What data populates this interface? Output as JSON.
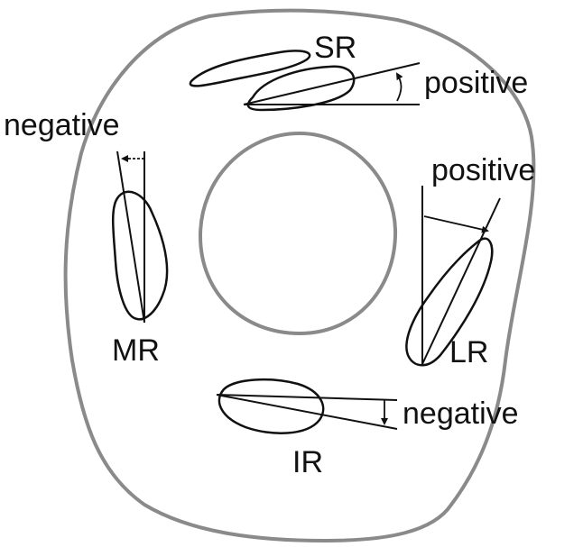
{
  "labels": {
    "sr": "SR",
    "mr": "MR",
    "lr": "LR",
    "ir": "IR",
    "sr_angle": "positive",
    "mr_angle": "negative",
    "lr_angle": "positive",
    "ir_angle": "negative"
  },
  "colors": {
    "orbit_outline": "#8a8a8a",
    "muscle_outline": "#111111",
    "text": "#111111"
  }
}
